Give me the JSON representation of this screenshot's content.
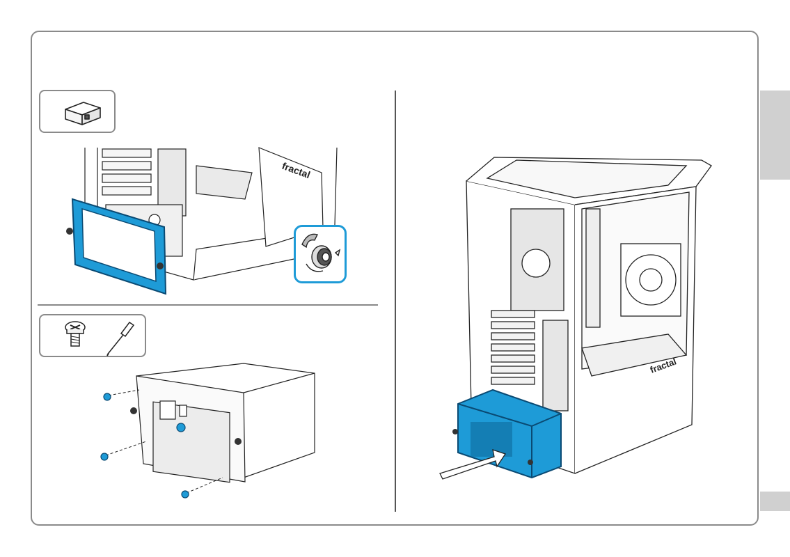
{
  "page": {
    "title": "",
    "accent_color": "#1e9bd7",
    "frame_color": "#8a8a8a",
    "side_tab_color": "#d0d0d0"
  },
  "steps": [
    {
      "tools": [
        "psu-icon"
      ],
      "illustration": "remove-psu-bracket",
      "callout": "thumbscrew-unscrew-icon"
    },
    {
      "tools": [
        "screw-icon",
        "screwdriver-icon"
      ],
      "illustration": "attach-bracket-to-psu"
    },
    {
      "illustration": "insert-psu-into-case"
    }
  ],
  "brand_mark": "fractal"
}
